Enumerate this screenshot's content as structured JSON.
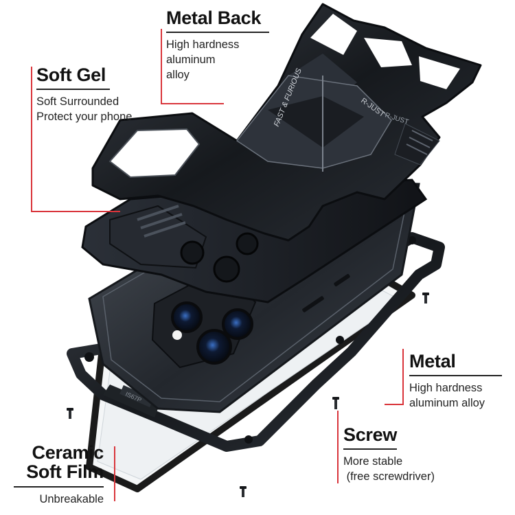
{
  "callouts": {
    "metal_back": {
      "title": "Metal Back",
      "desc": [
        "High hardness",
        "aluminum",
        "alloy"
      ]
    },
    "soft_gel": {
      "title": "Soft Gel",
      "desc": [
        "Soft Surrounded",
        "Protect your phone"
      ]
    },
    "metal": {
      "title": "Metal",
      "desc": [
        "High hardness",
        "aluminum alloy"
      ]
    },
    "screw": {
      "title": "Screw",
      "desc": [
        "More stable",
        " (free screwdriver)"
      ]
    },
    "ceramic_film": {
      "title": [
        "Ceramic",
        "Soft Film"
      ],
      "desc": [
        "Unbreakable"
      ]
    }
  },
  "product_print": {
    "top_logo": "FAST & FURIOUS",
    "plate_text": "R-JUST",
    "frame_text": "R-JUST"
  },
  "colors": {
    "leader": "#d9343a",
    "metal": "#1c1f24",
    "glass": "#e8ecef"
  }
}
